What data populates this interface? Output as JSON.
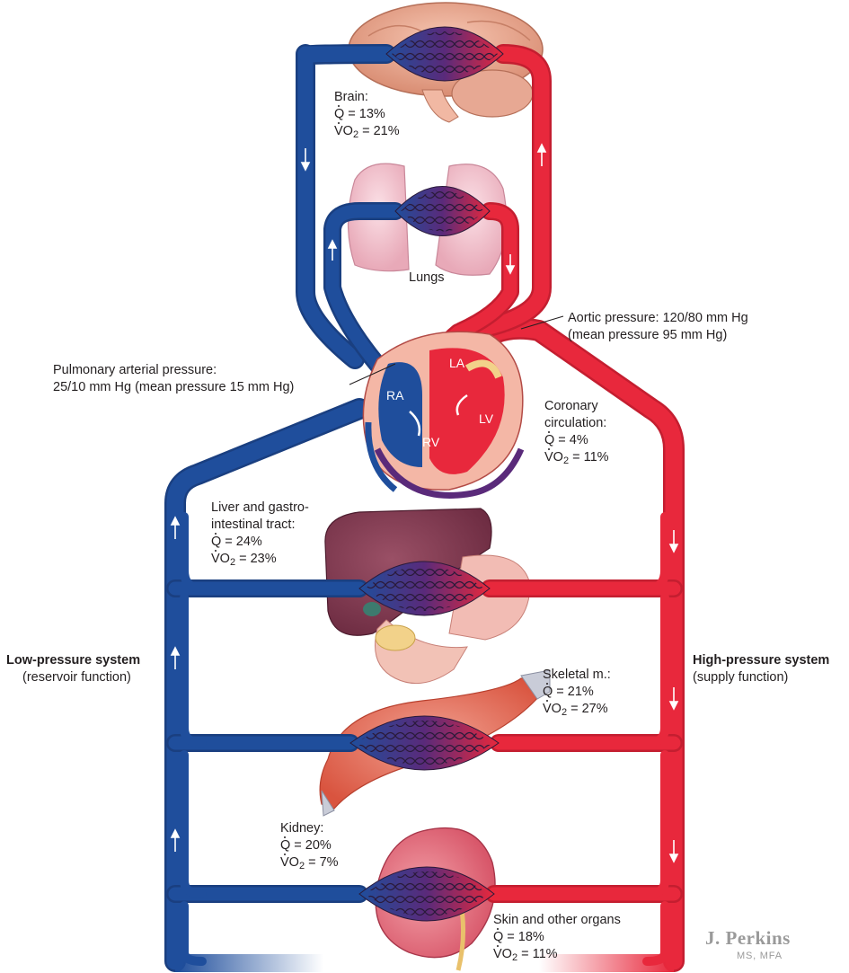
{
  "labels": {
    "brain": {
      "title": "Brain:",
      "q": "Q = 13%",
      "vo2_prefix": "VO",
      "vo2_sub": "2",
      "vo2_value": " = 21%"
    },
    "lungs": {
      "title": "Lungs"
    },
    "aortic": {
      "line1": "Aortic pressure: 120/80 mm Hg",
      "line2": "(mean pressure 95 mm Hg)"
    },
    "pulmonary": {
      "line1": "Pulmonary arterial pressure:",
      "line2": "25/10 mm Hg (mean pressure 15 mm Hg)"
    },
    "coronary": {
      "line1": "Coronary",
      "line2": "circulation:",
      "q": "Q = 4%",
      "vo2_prefix": "VO",
      "vo2_sub": "2",
      "vo2_value": " = 11%"
    },
    "liver": {
      "line1": "Liver and gastro-",
      "line2": "intestinal tract:",
      "q": "Q = 24%",
      "vo2_prefix": "VO",
      "vo2_sub": "2",
      "vo2_value": " = 23%"
    },
    "low_pressure": {
      "title": "Low-pressure system",
      "subtitle": "(reservoir function)"
    },
    "high_pressure": {
      "title": "High-pressure system",
      "subtitle": "(supply function)"
    },
    "skeletal": {
      "title": "Skeletal m.:",
      "q": "Q = 21%",
      "vo2_prefix": "VO",
      "vo2_sub": "2",
      "vo2_value": " = 27%"
    },
    "kidney": {
      "title": "Kidney:",
      "q": "Q = 20%",
      "vo2_prefix": "VO",
      "vo2_sub": "2",
      "vo2_value": " = 7%"
    },
    "skin": {
      "title": "Skin and other organs",
      "q": "Q = 18%",
      "vo2_prefix": "VO",
      "vo2_sub": "2",
      "vo2_value": " = 11%"
    }
  },
  "heart_chambers": {
    "ra": "RA",
    "rv": "RV",
    "la": "LA",
    "lv": "LV"
  },
  "signature": {
    "name": "J. Perkins",
    "credentials": "MS, MFA"
  },
  "colors": {
    "venous": "#1f4e9c",
    "arterial": "#e8283c",
    "capillary": "#5a2a7a",
    "text": "#231f20"
  }
}
